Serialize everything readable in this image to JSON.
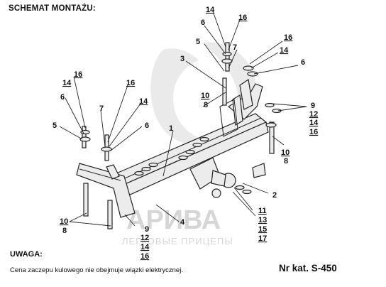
{
  "header": {
    "title": "SCHEMAT MONTAŻU:"
  },
  "note": {
    "heading": "UWAGA:",
    "text": "Cena zaczepu kulowego nie obejmuje wiązki elektrycznej."
  },
  "catalog": {
    "label": "Nr kat. S-450"
  },
  "watermark": {
    "brand": "АРИВА",
    "tagline": "ЛЕГКОВЫЕ ПРИЦЕПЫ"
  },
  "callouts": {
    "c14_top": "14",
    "c16_top": "16",
    "c6_top": "6",
    "c5_top": "5",
    "c7_top": "7",
    "c3": "3",
    "c16_tr": "16",
    "c14_tr": "14",
    "c6_tr": "6",
    "c10_mid": "10",
    "c8_mid": "8",
    "c9_right": "9",
    "c12_right": "12",
    "c14_right": "14",
    "c16_right": "16",
    "c10_right": "10",
    "c8_right": "8",
    "c14_left": "14",
    "c16_left": "16",
    "c6_left": "6",
    "c5_left": "5",
    "c7_left": "7",
    "c16_left2": "16",
    "c14_left2": "14",
    "c6_left2": "6",
    "c1": "1",
    "c2": "2",
    "c10_bl": "10",
    "c8_bl": "8",
    "c4": "4",
    "c9_bot": "9",
    "c12_bot": "12",
    "c14_bot": "14",
    "c16_bot": "16",
    "c11": "11",
    "c13": "13",
    "c15": "15",
    "c17": "17"
  }
}
